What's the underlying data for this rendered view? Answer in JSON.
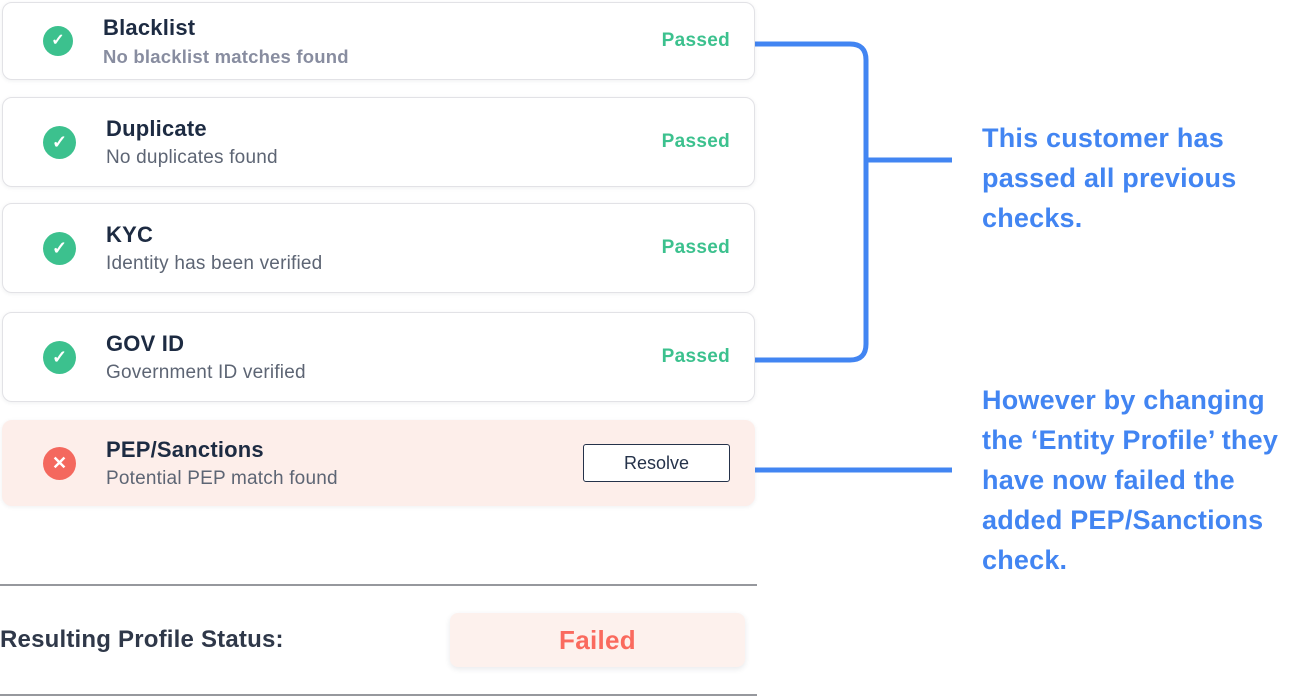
{
  "colors": {
    "accent_blue": "#4285f2",
    "success_green": "#3cc18e",
    "error_red": "#f4685e",
    "pep_card_bg": "#fdeeea",
    "failed_badge_bg": "#fdf1ed",
    "failed_text": "#fa6a5e",
    "title_navy": "#1d2b42",
    "subtitle_gray": "#5d6574"
  },
  "icons": {
    "check": "✓",
    "cross": "✕"
  },
  "checks": [
    {
      "name": "Blacklist",
      "description": "No blacklist matches found",
      "status": "Passed"
    },
    {
      "name": "Duplicate",
      "description": "No duplicates found",
      "status": "Passed"
    },
    {
      "name": "KYC",
      "description": "Identity has been verified",
      "status": "Passed"
    },
    {
      "name": "GOV ID",
      "description": "Government ID verified",
      "status": "Passed"
    },
    {
      "name": "PEP/Sanctions",
      "description": "Potential PEP match found",
      "action": "Resolve"
    }
  ],
  "annotations": {
    "passed_note": "This customer has\npassed all previous\nchecks.",
    "failed_note": "However by changing\nthe ‘Entity Profile’ they\nhave now failed the\nadded PEP/Sanctions\ncheck."
  },
  "result": {
    "label": "Resulting Profile Status:",
    "value": "Failed"
  }
}
